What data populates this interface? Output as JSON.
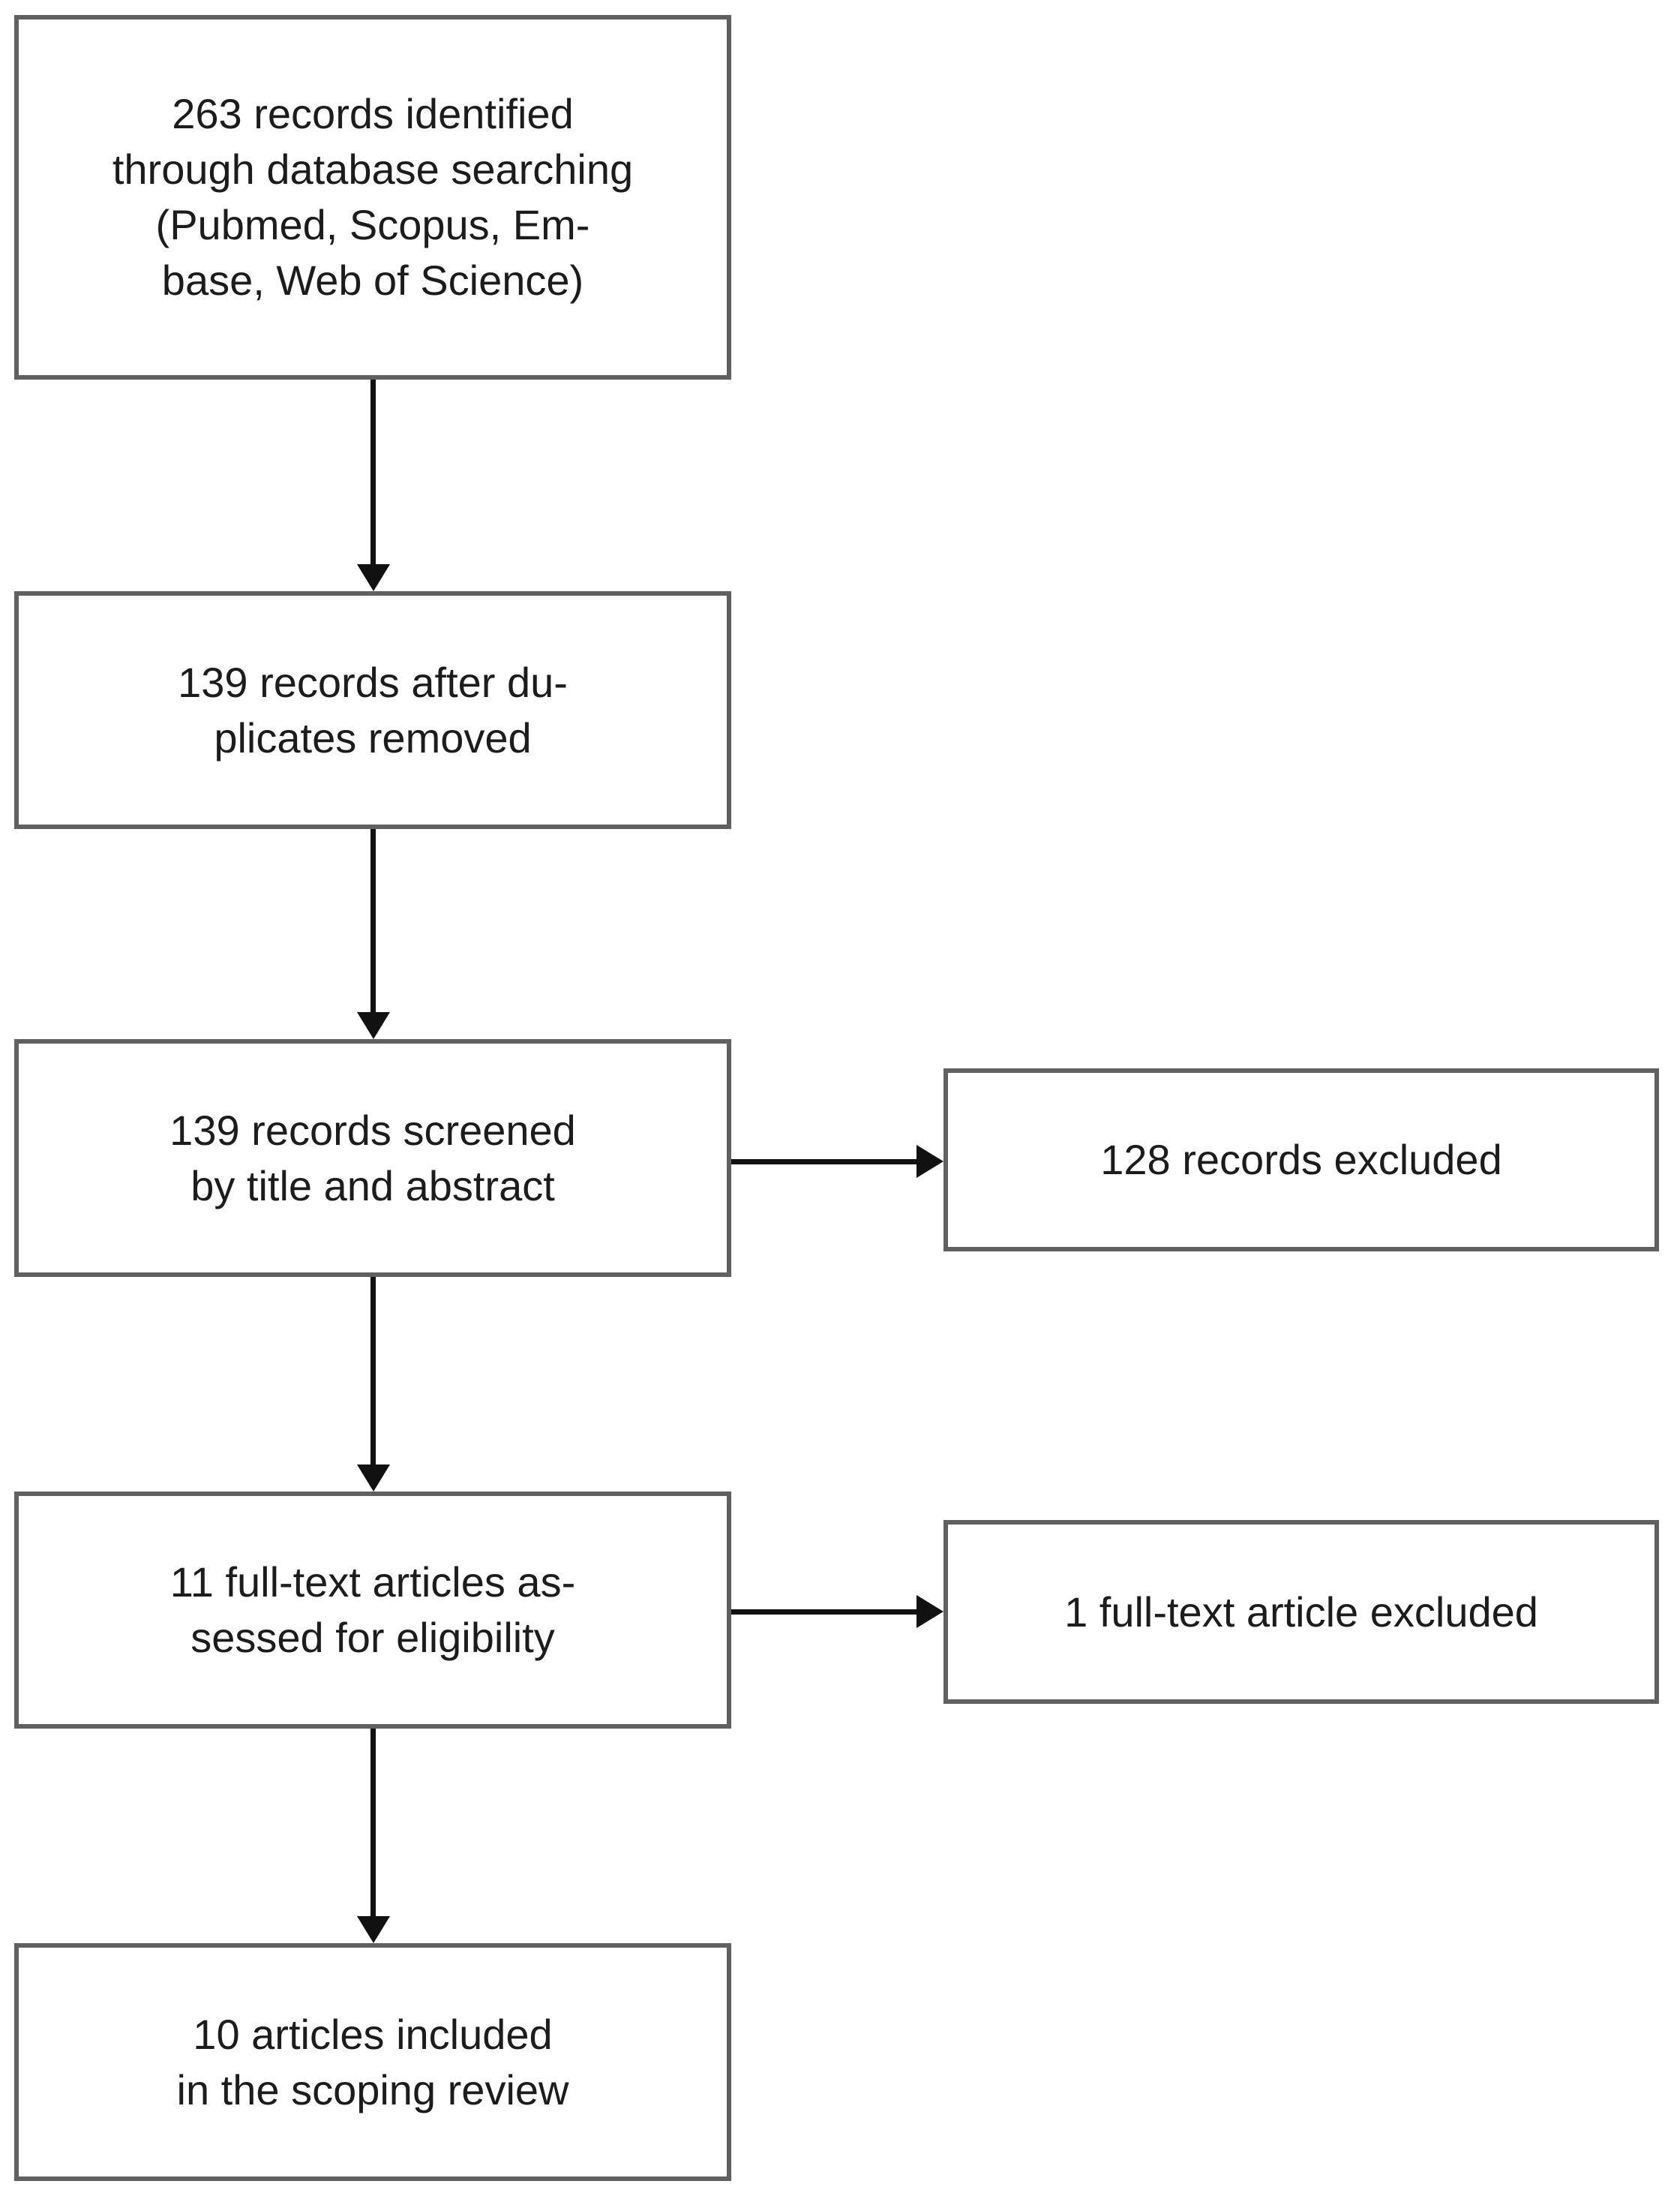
{
  "diagram": {
    "type": "flowchart",
    "subject": "study-selection-flow",
    "colors": {
      "background": "#ffffff",
      "box_border": "#606060",
      "box_fill": "#ffffff",
      "arrow": "#111111",
      "text": "#1c1c1c"
    },
    "nodes": [
      {
        "id": "records-identified",
        "lines": [
          "263 records identified",
          "through database searching",
          "(Pubmed, Scopus, Em-",
          "base, Web of Science)"
        ]
      },
      {
        "id": "records-after-duplicates",
        "lines": [
          "139 records after du-",
          "plicates removed"
        ]
      },
      {
        "id": "records-screened",
        "lines": [
          "139 records screened",
          "by title and abstract"
        ]
      },
      {
        "id": "records-excluded",
        "lines": [
          "128 records excluded"
        ]
      },
      {
        "id": "fulltext-assessed",
        "lines": [
          "11 full-text articles as-",
          "sessed for eligibility"
        ]
      },
      {
        "id": "fulltext-excluded",
        "lines": [
          "1 full-text article excluded"
        ]
      },
      {
        "id": "articles-included",
        "lines": [
          "10 articles included",
          "in the scoping review"
        ]
      }
    ],
    "edges": [
      {
        "from": "records-identified",
        "to": "records-after-duplicates",
        "direction": "down"
      },
      {
        "from": "records-after-duplicates",
        "to": "records-screened",
        "direction": "down"
      },
      {
        "from": "records-screened",
        "to": "records-excluded",
        "direction": "right"
      },
      {
        "from": "records-screened",
        "to": "fulltext-assessed",
        "direction": "down"
      },
      {
        "from": "fulltext-assessed",
        "to": "fulltext-excluded",
        "direction": "right"
      },
      {
        "from": "fulltext-assessed",
        "to": "articles-included",
        "direction": "down"
      }
    ]
  }
}
